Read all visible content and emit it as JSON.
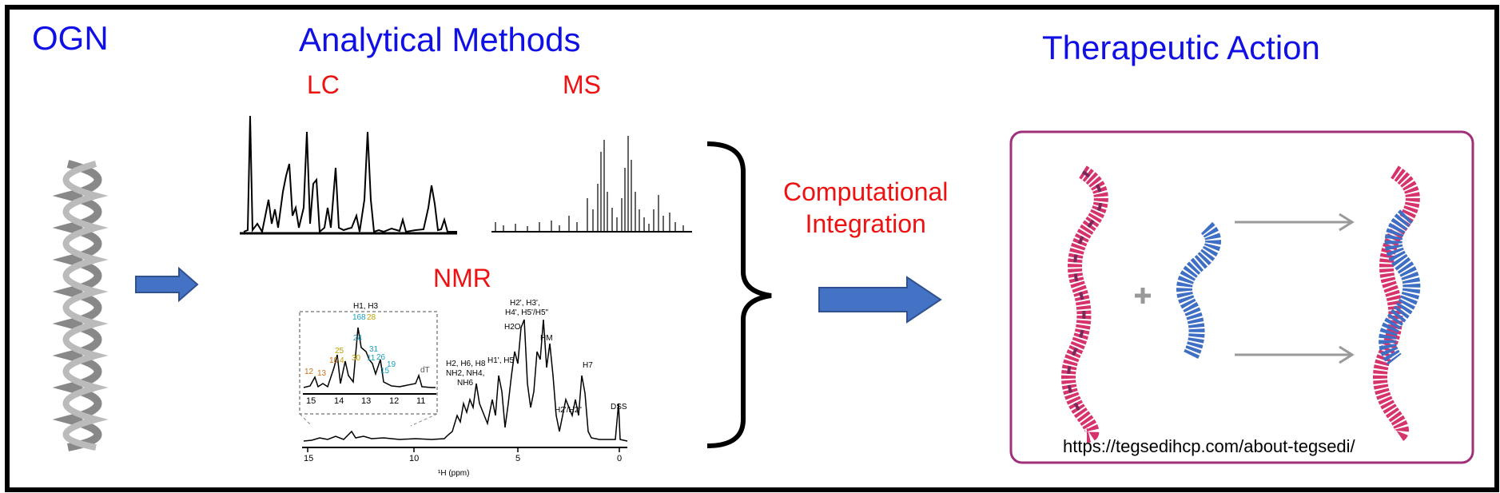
{
  "headings": {
    "ogn": "OGN",
    "analytical": "Analytical Methods",
    "therapeutic": "Therapeutic Action"
  },
  "labels": {
    "lc": "LC",
    "ms": "MS",
    "nmr": "NMR",
    "computational_line1": "Computational",
    "computational_line2": "Integration",
    "url": "https://tegsedihcp.com/about-tegsedi/"
  },
  "nmr_spectrum": {
    "inset_peak_labels": [
      "H1, H3",
      "16",
      "8",
      "28",
      "25",
      "24",
      "31",
      "10",
      "4",
      "30",
      "11",
      "26",
      "12",
      "13",
      "19",
      "15",
      "dT"
    ],
    "inset_axis_ticks": [
      "15",
      "14",
      "13",
      "12",
      "11"
    ],
    "main_peak_labels": [
      "H2', H3',",
      "H4', H5'/H5\"",
      "H2O",
      "HM",
      "H2, H6, H8",
      "NH2, NH4,",
      "NH6",
      "H1', H5",
      "H7",
      "H2'/H2\"",
      "DSS"
    ],
    "main_axis_ticks": [
      "15",
      "10",
      "5",
      "0"
    ],
    "axis_label": "¹H (ppm)"
  },
  "colors": {
    "heading_blue": "#1010e6",
    "label_red": "#ee1111",
    "arrow_fill": "#4472c4",
    "panel_border": "#a0307a",
    "rna_pink": "#d6336c",
    "drug_blue": "#3f6fc4"
  },
  "icons": [
    "dna-helix-icon",
    "right-arrow-icon",
    "curly-brace-icon",
    "plus-icon",
    "rna-strand-icon",
    "oligonucleotide-icon",
    "duplex-icon"
  ]
}
